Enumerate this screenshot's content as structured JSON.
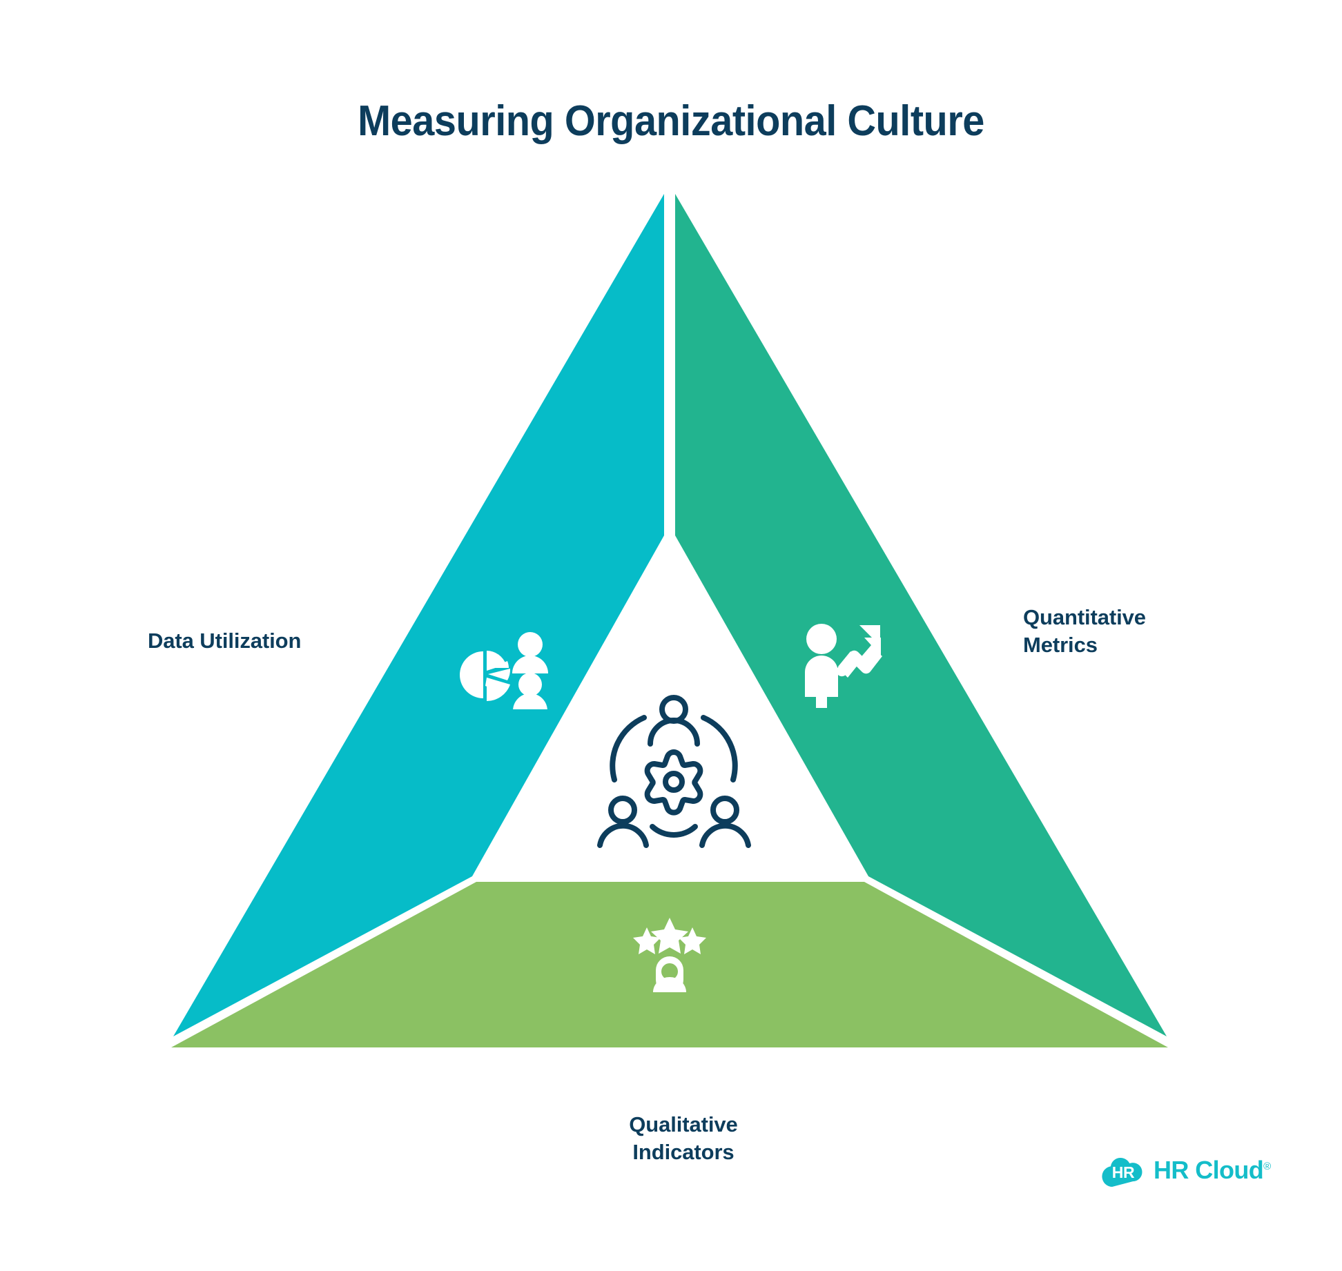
{
  "header": {
    "title": "Measuring Organizational Culture"
  },
  "diagram": {
    "type": "triangle-framework",
    "center_icon_name": "people-around-gear-icon",
    "segments": [
      {
        "id": "data-utilization",
        "label": "Data Utilization",
        "label_lines": [
          "Data Utilization"
        ],
        "position": "left",
        "color": "#06BCC8",
        "icon_name": "pie-chart-people-icon"
      },
      {
        "id": "quantitative-metrics",
        "label": "Quantitative Metrics",
        "label_lines": [
          "Quantitative",
          "Metrics"
        ],
        "position": "right",
        "color": "#22B48F",
        "icon_name": "person-growth-arrow-icon"
      },
      {
        "id": "qualitative-indicators",
        "label": "Qualitative Indicators",
        "label_lines": [
          "Qualitative",
          "Indicators"
        ],
        "position": "bottom",
        "color": "#8BC163",
        "icon_name": "three-stars-person-icon"
      }
    ]
  },
  "brand": {
    "mark_text": "HR",
    "name": "HR Cloud",
    "registered_symbol": "®",
    "color": "#14BDC9"
  },
  "colors": {
    "navy": "#0d3d5c",
    "cyan": "#06BCC8",
    "teal": "#22B48F",
    "green": "#8BC163",
    "background": "#ffffff"
  }
}
